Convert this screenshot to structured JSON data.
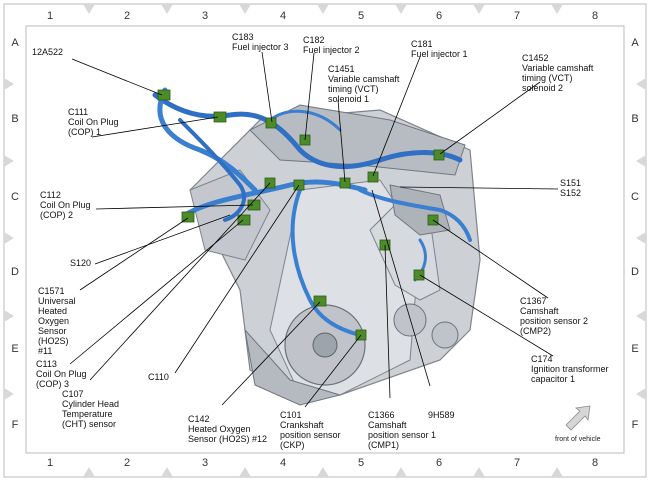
{
  "grid": {
    "columns": [
      "1",
      "2",
      "3",
      "4",
      "5",
      "6",
      "7",
      "8"
    ],
    "rows": [
      "A",
      "B",
      "C",
      "D",
      "E",
      "F"
    ]
  },
  "callouts": [
    {
      "id": "12a522",
      "lines": [
        "12A522"
      ]
    },
    {
      "id": "c183",
      "lines": [
        "C183",
        "Fuel injector 3"
      ]
    },
    {
      "id": "c182",
      "lines": [
        "C182",
        "Fuel injector 2"
      ]
    },
    {
      "id": "c181",
      "lines": [
        "C181",
        "Fuel injector 1"
      ]
    },
    {
      "id": "c1452",
      "lines": [
        "C1452",
        "Variable camshaft",
        "timing (VCT)",
        "solenoid 2"
      ]
    },
    {
      "id": "c1451",
      "lines": [
        "C1451",
        "Variable camshaft",
        "timing (VCT)",
        "solenoid 1"
      ]
    },
    {
      "id": "c111",
      "lines": [
        "C111",
        "Coil On Plug",
        "(COP) 1"
      ]
    },
    {
      "id": "c112",
      "lines": [
        "C112",
        "Coil On Plug",
        "(COP) 2"
      ]
    },
    {
      "id": "s151",
      "lines": [
        "S151",
        "S152"
      ]
    },
    {
      "id": "s120",
      "lines": [
        "S120"
      ]
    },
    {
      "id": "c1571",
      "lines": [
        "C1571",
        "Universal",
        "Heated",
        "Oxygen",
        "Sensor",
        "(HO2S)",
        "#11"
      ]
    },
    {
      "id": "c113",
      "lines": [
        "C113",
        "Coil On Plug",
        "(COP) 3"
      ]
    },
    {
      "id": "c110",
      "lines": [
        "C110"
      ]
    },
    {
      "id": "c107",
      "lines": [
        "C107",
        "Cylinder Head",
        "Temperature",
        "(CHT) sensor"
      ]
    },
    {
      "id": "c142",
      "lines": [
        "C142",
        "Heated Oxygen",
        "Sensor (HO2S) #12"
      ]
    },
    {
      "id": "c101",
      "lines": [
        "C101",
        "Crankshaft",
        "position sensor",
        "(CKP)"
      ]
    },
    {
      "id": "c1366",
      "lines": [
        "C1366",
        "Camshaft",
        "position sensor 1",
        "(CMP1)"
      ]
    },
    {
      "id": "9h589",
      "lines": [
        "9H589"
      ]
    },
    {
      "id": "c1367",
      "lines": [
        "C1367",
        "Camshaft",
        "position sensor 2",
        "(CMP2)"
      ]
    },
    {
      "id": "c174",
      "lines": [
        "C174",
        "Ignition transformer",
        "capacitor 1"
      ]
    }
  ],
  "front_label": "front of vehicle",
  "colors": {
    "harness": "#3a7fd0",
    "harness_dark": "#1f5aa8",
    "connector": "#4d8a2a",
    "engine": "#c8ccd2"
  }
}
